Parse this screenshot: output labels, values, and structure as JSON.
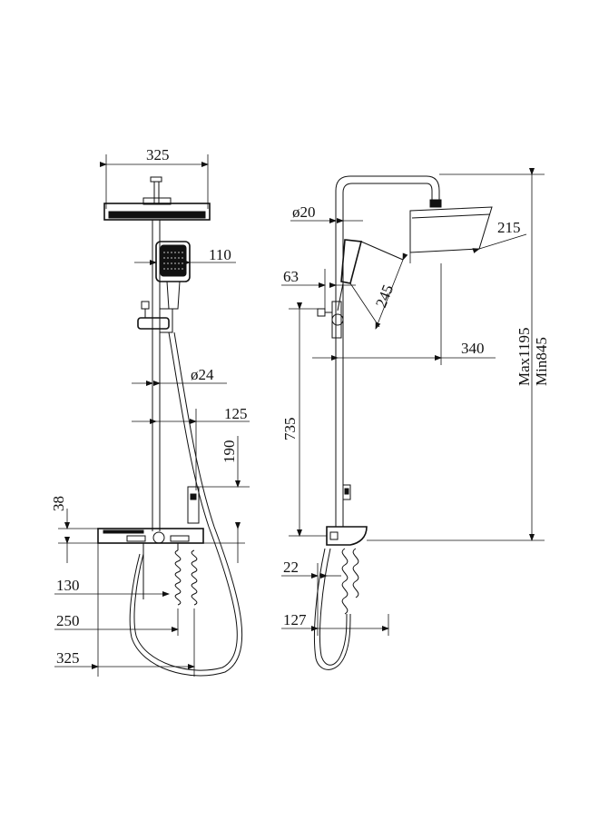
{
  "front_view": {
    "head_width": "325",
    "hand_shower_width": "110",
    "rail_diameter": "ø24",
    "arm_offset": "125",
    "holder_height": "190",
    "shelf_height": "38",
    "dim_130": "130",
    "dim_250": "250",
    "dim_325_bottom": "325"
  },
  "side_view": {
    "pipe_diameter": "ø20",
    "head_depth": "215",
    "offset_63": "63",
    "hand_shower_length": "245",
    "arm_reach": "340",
    "slide_range": "735",
    "max_height": "Max1195",
    "min_height": "Min845",
    "dim_22": "22",
    "dim_127": "127"
  }
}
